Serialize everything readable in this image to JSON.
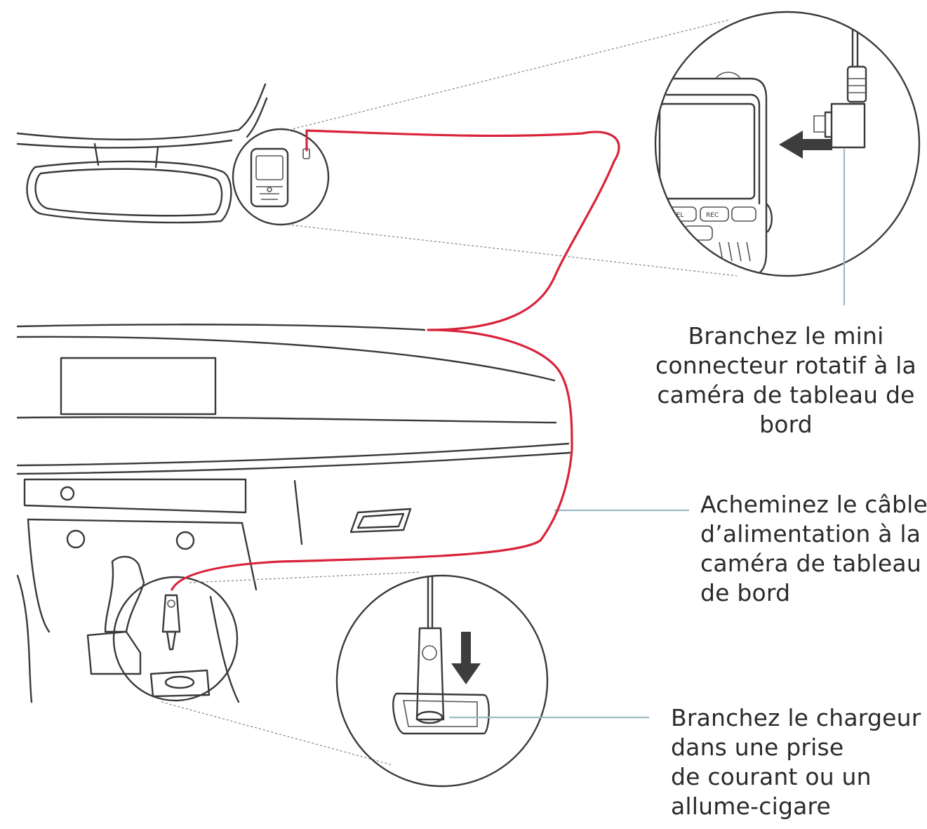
{
  "colors": {
    "cable": "#d9233a",
    "outline": "#3a3a3a",
    "leader": "#9bbcc4",
    "arrow": "#3d3d3d",
    "text": "#2b2b2b"
  },
  "icons": [
    "dashcam-icon",
    "mini-usb-connector-icon",
    "car-charger-icon",
    "left-arrow-icon",
    "down-arrow-icon",
    "rear-view-mirror-icon"
  ],
  "callouts": [
    {
      "id": "connect-camera",
      "lines": [
        "Branchez le mini",
        "connecteur rotatif à la",
        "caméra de tableau de",
        "bord"
      ]
    },
    {
      "id": "route-cable",
      "lines": [
        "Acheminez le câble",
        "d’alimentation à la",
        "caméra de tableau",
        "de bord"
      ]
    },
    {
      "id": "plug-charger",
      "lines": [
        "Branchez le chargeur",
        "dans une prise",
        "de courant ou un",
        "allume-cigare"
      ]
    }
  ]
}
